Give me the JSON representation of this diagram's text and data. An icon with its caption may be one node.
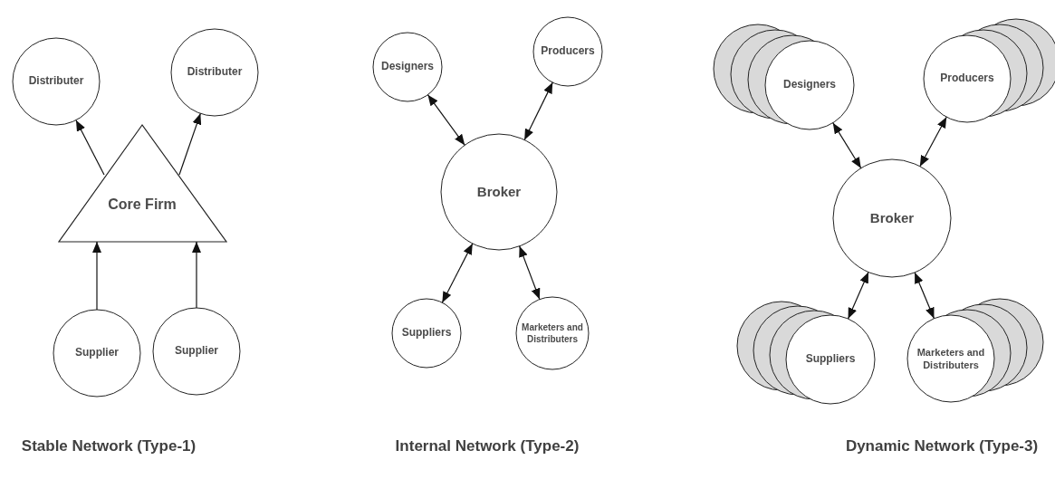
{
  "diagram": {
    "nodes": [
      {
        "text": [
          "Distributer"
        ]
      },
      {
        "text": [
          "Distributer"
        ]
      },
      {
        "text": [
          "Core Firm"
        ]
      },
      {
        "text": [
          "Supplier"
        ]
      },
      {
        "text": [
          "Supplier"
        ]
      },
      {
        "text": [
          "Designers"
        ]
      },
      {
        "text": [
          "Producers"
        ]
      },
      {
        "text": [
          "Broker"
        ]
      },
      {
        "text": [
          "Suppliers"
        ]
      },
      {
        "text": [
          "Marketers and Distributers"
        ]
      },
      {
        "text": [
          "Designers"
        ]
      },
      {
        "text": [
          "Producers"
        ]
      },
      {
        "text": [
          "Broker"
        ]
      },
      {
        "text": [
          "Suppliers"
        ]
      },
      {
        "text": [
          "Marketers and Distributers"
        ]
      }
    ],
    "edges": [
      {
        "from": 2,
        "to": 0,
        "arrow": "to"
      },
      {
        "from": 2,
        "to": 1,
        "arrow": "to"
      },
      {
        "from": 3,
        "to": 2,
        "arrow": "to"
      },
      {
        "from": 4,
        "to": 2,
        "arrow": "to"
      },
      {
        "from": 5,
        "to": 7,
        "arrow": "both"
      },
      {
        "from": 6,
        "to": 7,
        "arrow": "both"
      },
      {
        "from": 8,
        "to": 7,
        "arrow": "both"
      },
      {
        "from": 9,
        "to": 7,
        "arrow": "both"
      },
      {
        "from": 10,
        "to": 12,
        "arrow": "both"
      },
      {
        "from": 11,
        "to": 12,
        "arrow": "both"
      },
      {
        "from": 13,
        "to": 12,
        "arrow": "both"
      },
      {
        "from": 14,
        "to": 12,
        "arrow": "both"
      }
    ],
    "labels": [
      "Stable Network (Type-1)",
      "Internal Network (Type-2)",
      "Dynamic Network (Type-3)"
    ]
  }
}
